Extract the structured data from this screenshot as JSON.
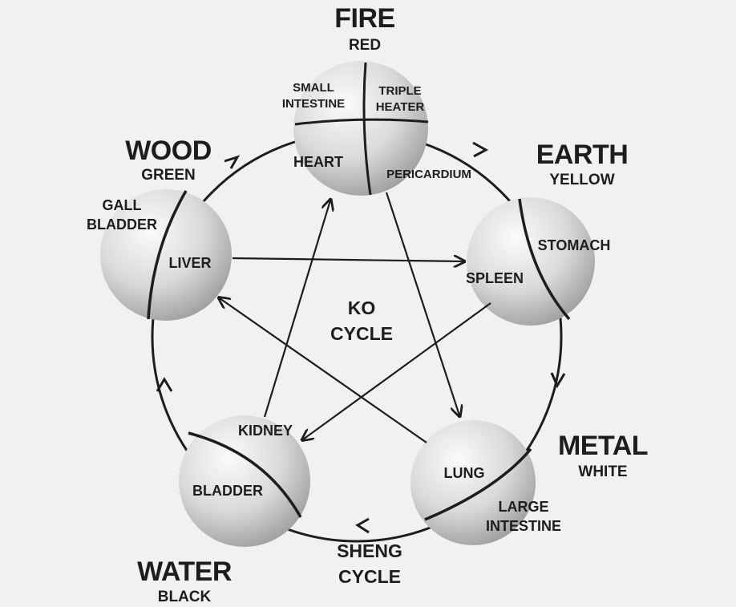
{
  "elements": {
    "fire": {
      "name": "FIRE",
      "color": "RED",
      "organs": {
        "small_intestine_1": "SMALL",
        "small_intestine_2": "INTESTINE",
        "triple_heater_1": "TRIPLE",
        "triple_heater_2": "HEATER",
        "heart": "HEART",
        "pericardium": "PERICARDIUM"
      }
    },
    "earth": {
      "name": "EARTH",
      "color": "YELLOW",
      "organs": {
        "stomach": "STOMACH",
        "spleen": "SPLEEN"
      }
    },
    "metal": {
      "name": "METAL",
      "color": "WHITE",
      "organs": {
        "lung": "LUNG",
        "large_intestine_1": "LARGE",
        "large_intestine_2": "INTESTINE"
      }
    },
    "water": {
      "name": "WATER",
      "color": "BLACK",
      "organs": {
        "kidney": "KIDNEY",
        "bladder": "BLADDER"
      }
    },
    "wood": {
      "name": "WOOD",
      "color": "GREEN",
      "organs": {
        "gall_bladder_1": "GALL",
        "gall_bladder_2": "BLADDER",
        "liver": "LIVER"
      }
    }
  },
  "cycles": {
    "ko_1": "KO",
    "ko_2": "CYCLE",
    "sheng_1": "SHENG",
    "sheng_2": "CYCLE"
  }
}
